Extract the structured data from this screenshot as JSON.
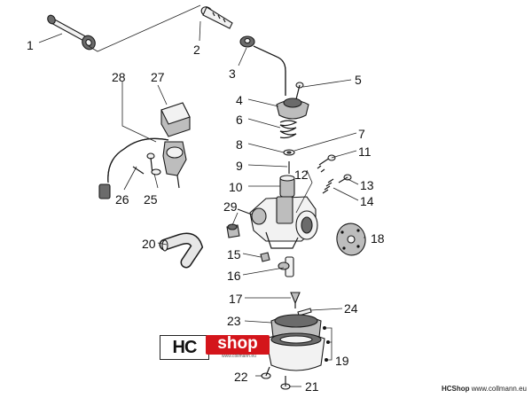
{
  "callouts": [
    "1",
    "2",
    "3",
    "4",
    "5",
    "6",
    "7",
    "8",
    "9",
    "10",
    "11",
    "12",
    "13",
    "14",
    "15",
    "16",
    "17",
    "18",
    "19",
    "20",
    "21",
    "22",
    "23",
    "24",
    "25",
    "26",
    "27",
    "28",
    "29"
  ],
  "logo": {
    "hc": "HC",
    "shop": "shop",
    "url": "www.collmann.eu"
  },
  "credit": {
    "brand": "HCShop",
    "site": "www.collmann.eu"
  }
}
